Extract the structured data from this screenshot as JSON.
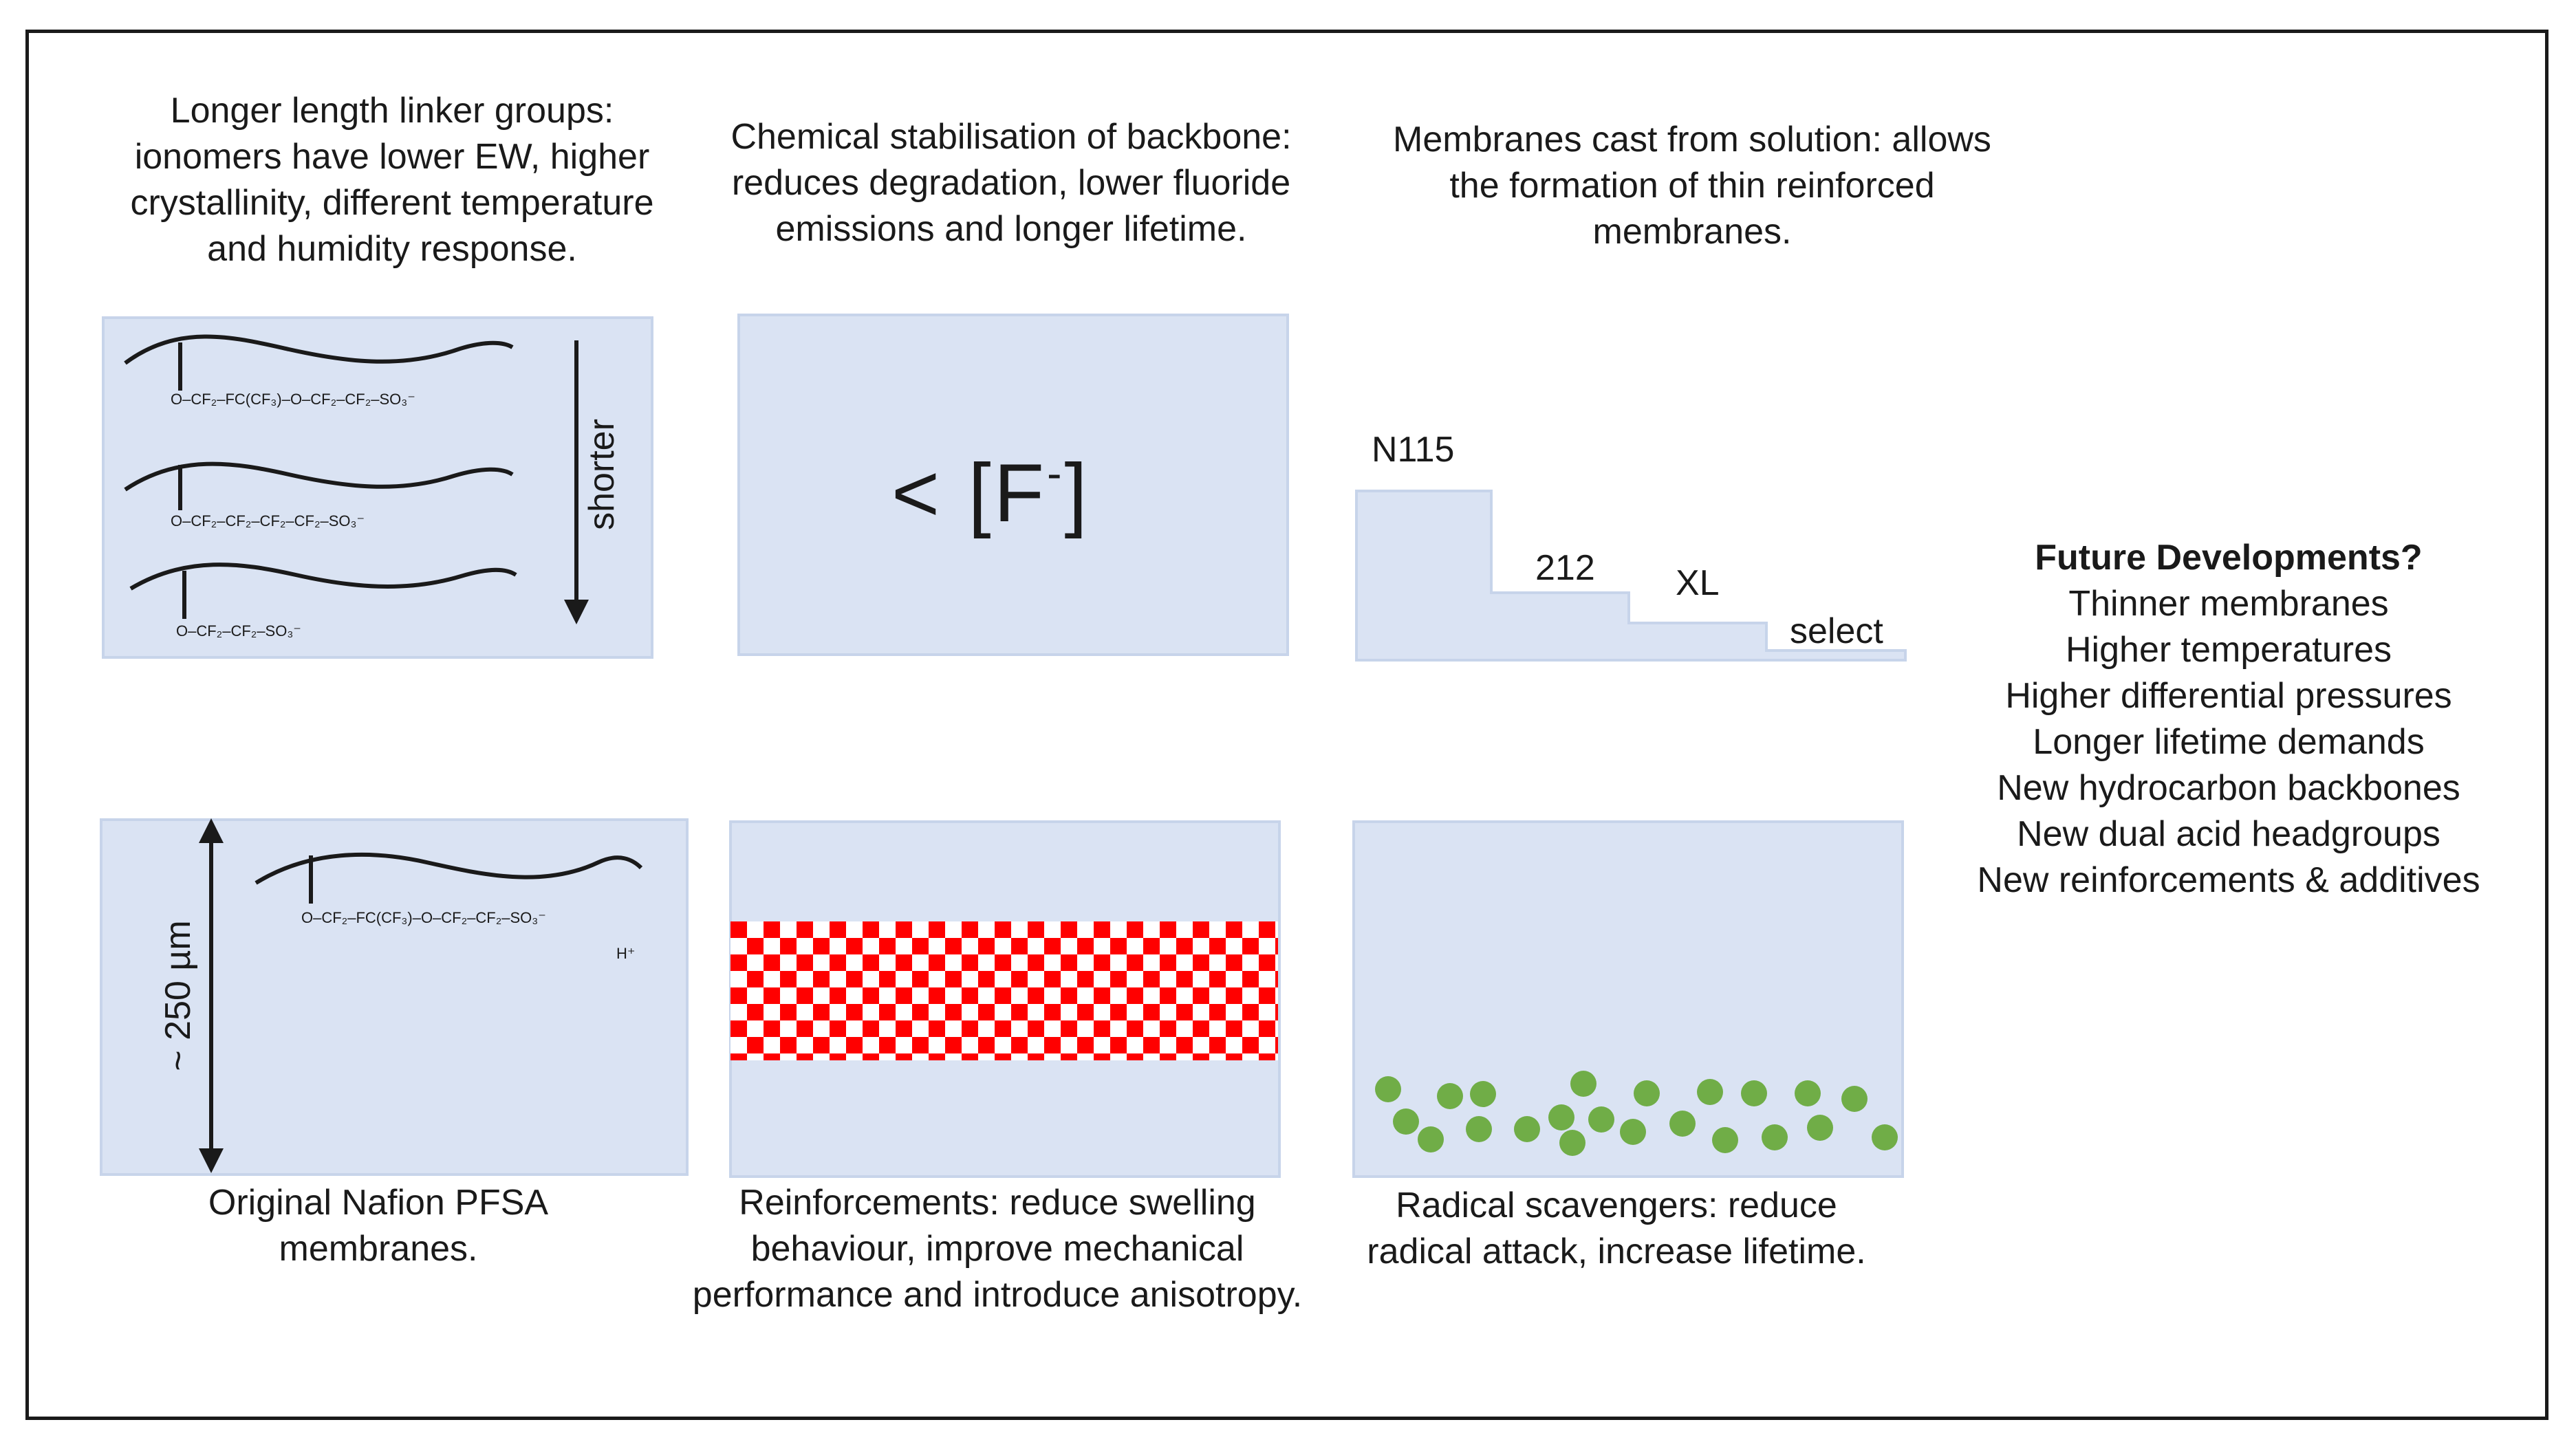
{
  "captions": {
    "linker": "Longer length linker groups:\nionomers have lower EW, higher\ncrystallinity, different temperature\nand humidity response.",
    "chemical": "Chemical stabilisation of backbone:\nreduces degradation, lower fluoride\nemissions and longer lifetime.",
    "cast": "Membranes cast from solution: allows\nthe formation of thin reinforced\nmembranes.",
    "original": "Original Nafion PFSA\nmembranes.",
    "reinforcements": "Reinforcements: reduce swelling\nbehaviour, improve mechanical\nperformance and introduce anisotropy.",
    "scavengers": "Radical scavengers: reduce\nradical attack, increase lifetime."
  },
  "linker_panel": {
    "formula_1": "O–CF₂–FC(CF₃)–O–CF₂–CF₂–SO₃⁻",
    "formula_2": "O–CF₂–CF₂–CF₂–CF₂–SO₃⁻",
    "formula_3": "O–CF₂–CF₂–SO₃⁻",
    "arrow_label": "shorter"
  },
  "chemical_panel": {
    "symbol_prefix": "< [F",
    "symbol_sup": "-",
    "symbol_suffix": "]"
  },
  "thickness_steps": {
    "labels": [
      "N115",
      "212",
      "XL",
      "select"
    ]
  },
  "original_panel": {
    "thickness_label": "~ 250 µm",
    "formula": "O–CF₂–FC(CF₃)–O–CF₂–CF₂–SO₃⁻",
    "counter_ion": "H⁺"
  },
  "future": {
    "title": "Future Developments?",
    "items": [
      "Thinner membranes",
      "Higher temperatures",
      "Higher differential pressures",
      "Longer lifetime demands",
      "New hydrocarbon backbones",
      "New dual acid headgroups",
      "New reinforcements & additives"
    ]
  },
  "colors": {
    "panel_fill": "#dae3f3",
    "checker_red": "#ff0000",
    "scavenger_green": "#70ad47",
    "line": "#1a1a1a"
  }
}
